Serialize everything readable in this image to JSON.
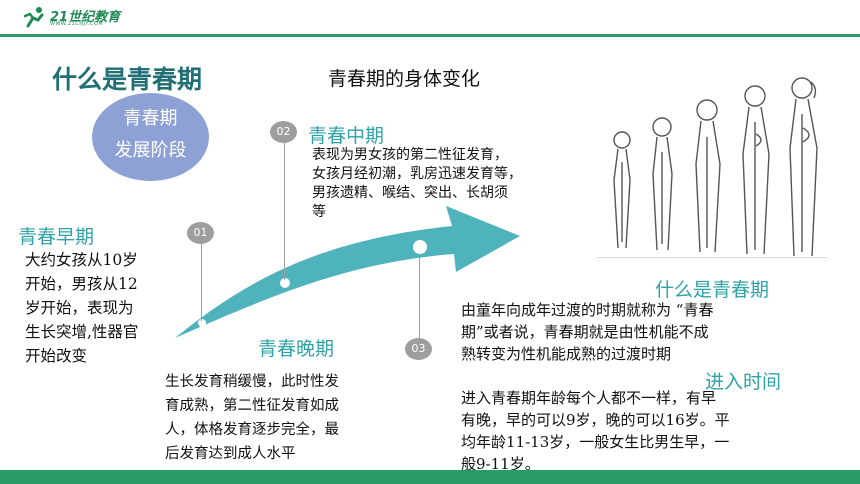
{
  "header": {
    "logo_text": "21世纪教育",
    "logo_sub": "WWW.21CNJY.COM"
  },
  "slide": {
    "title": "什么是青春期",
    "subtitle": "青春期的身体变化",
    "circle": {
      "line1": "青春期",
      "line2": "发展阶段"
    }
  },
  "stages": {
    "early": {
      "label": "青春早期",
      "marker": "01",
      "lines": [
        "大约女孩从10岁",
        "开始，男孩从12",
        "岁开始，表现为",
        "生长突增,性器官",
        "开始改变"
      ]
    },
    "middle": {
      "label": "青春中期",
      "marker": "02",
      "lines": [
        "表现为男女孩的第二性征发育，",
        "女孩月经初潮，乳房迅速发育等，",
        "男孩遗精、喉结、突出、长胡须",
        "等"
      ]
    },
    "late": {
      "label": "青春晚期",
      "marker": "03",
      "lines": [
        "生长发育稍缓慢，此时性发",
        "育成熟，第二性征发育如成",
        "人，体格发育逐步完全，最",
        "后发育达到成人水平"
      ]
    }
  },
  "definition": {
    "heading": "什么是青春期",
    "lines": [
      "由童年向成年过渡的时期就称为 “青春",
      "期”或者说，青春期就是由性机能不成",
      "熟转变为性机能成熟的过渡时期"
    ]
  },
  "onset": {
    "heading": "进入时间",
    "lines": [
      "进入青春期年龄每个人都不一样，有早",
      "有晚，早的可以9岁，晚的可以16岁。平",
      "均年龄11-13岁，一般女生比男生早，一",
      "般9-11岁。"
    ]
  },
  "colors": {
    "accent_green": "#2c9a64",
    "title_teal": "#1f6f75",
    "label_teal": "#2ea3a8",
    "circle_blue": "#8ea1d4",
    "arrow_teal": "#4fb3bd"
  },
  "icons": {
    "logo": "runner-logo-icon",
    "figures": "growth-silhouettes-icon"
  }
}
